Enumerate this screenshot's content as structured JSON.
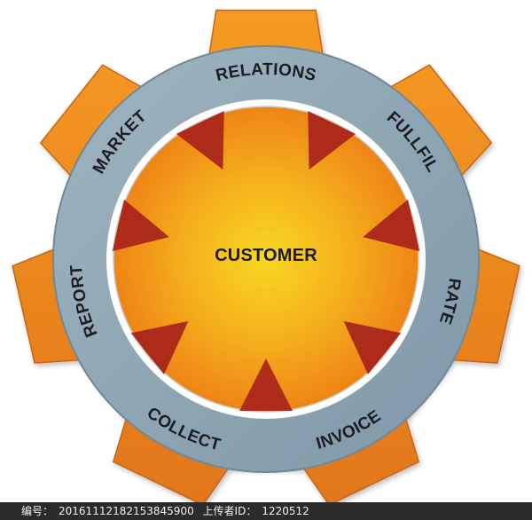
{
  "diagram": {
    "center": {
      "label": "CUSTOMER"
    },
    "segments": [
      {
        "label": "RELATIONS"
      },
      {
        "label": "FULLFIL"
      },
      {
        "label": "RATE"
      },
      {
        "label": "INVOICE"
      },
      {
        "label": "COLLECT"
      },
      {
        "label": "REPORT"
      },
      {
        "label": "MARKET"
      }
    ],
    "colors": {
      "gear_orange": "#f0911e",
      "gear_orange_dark": "#d9701a",
      "ring_blue": "#8fa6b3",
      "ring_blue_dark": "#6d8796",
      "inner_white_ring": "#ffffff",
      "core_center": "#f7d21f",
      "core_edge": "#ef8818",
      "spike_red": "#b02418"
    }
  },
  "footer": {
    "label_number": "编号：",
    "number": "20161112182153845900",
    "label_uploader": "上传者ID：",
    "uploader_id": "1220512"
  }
}
